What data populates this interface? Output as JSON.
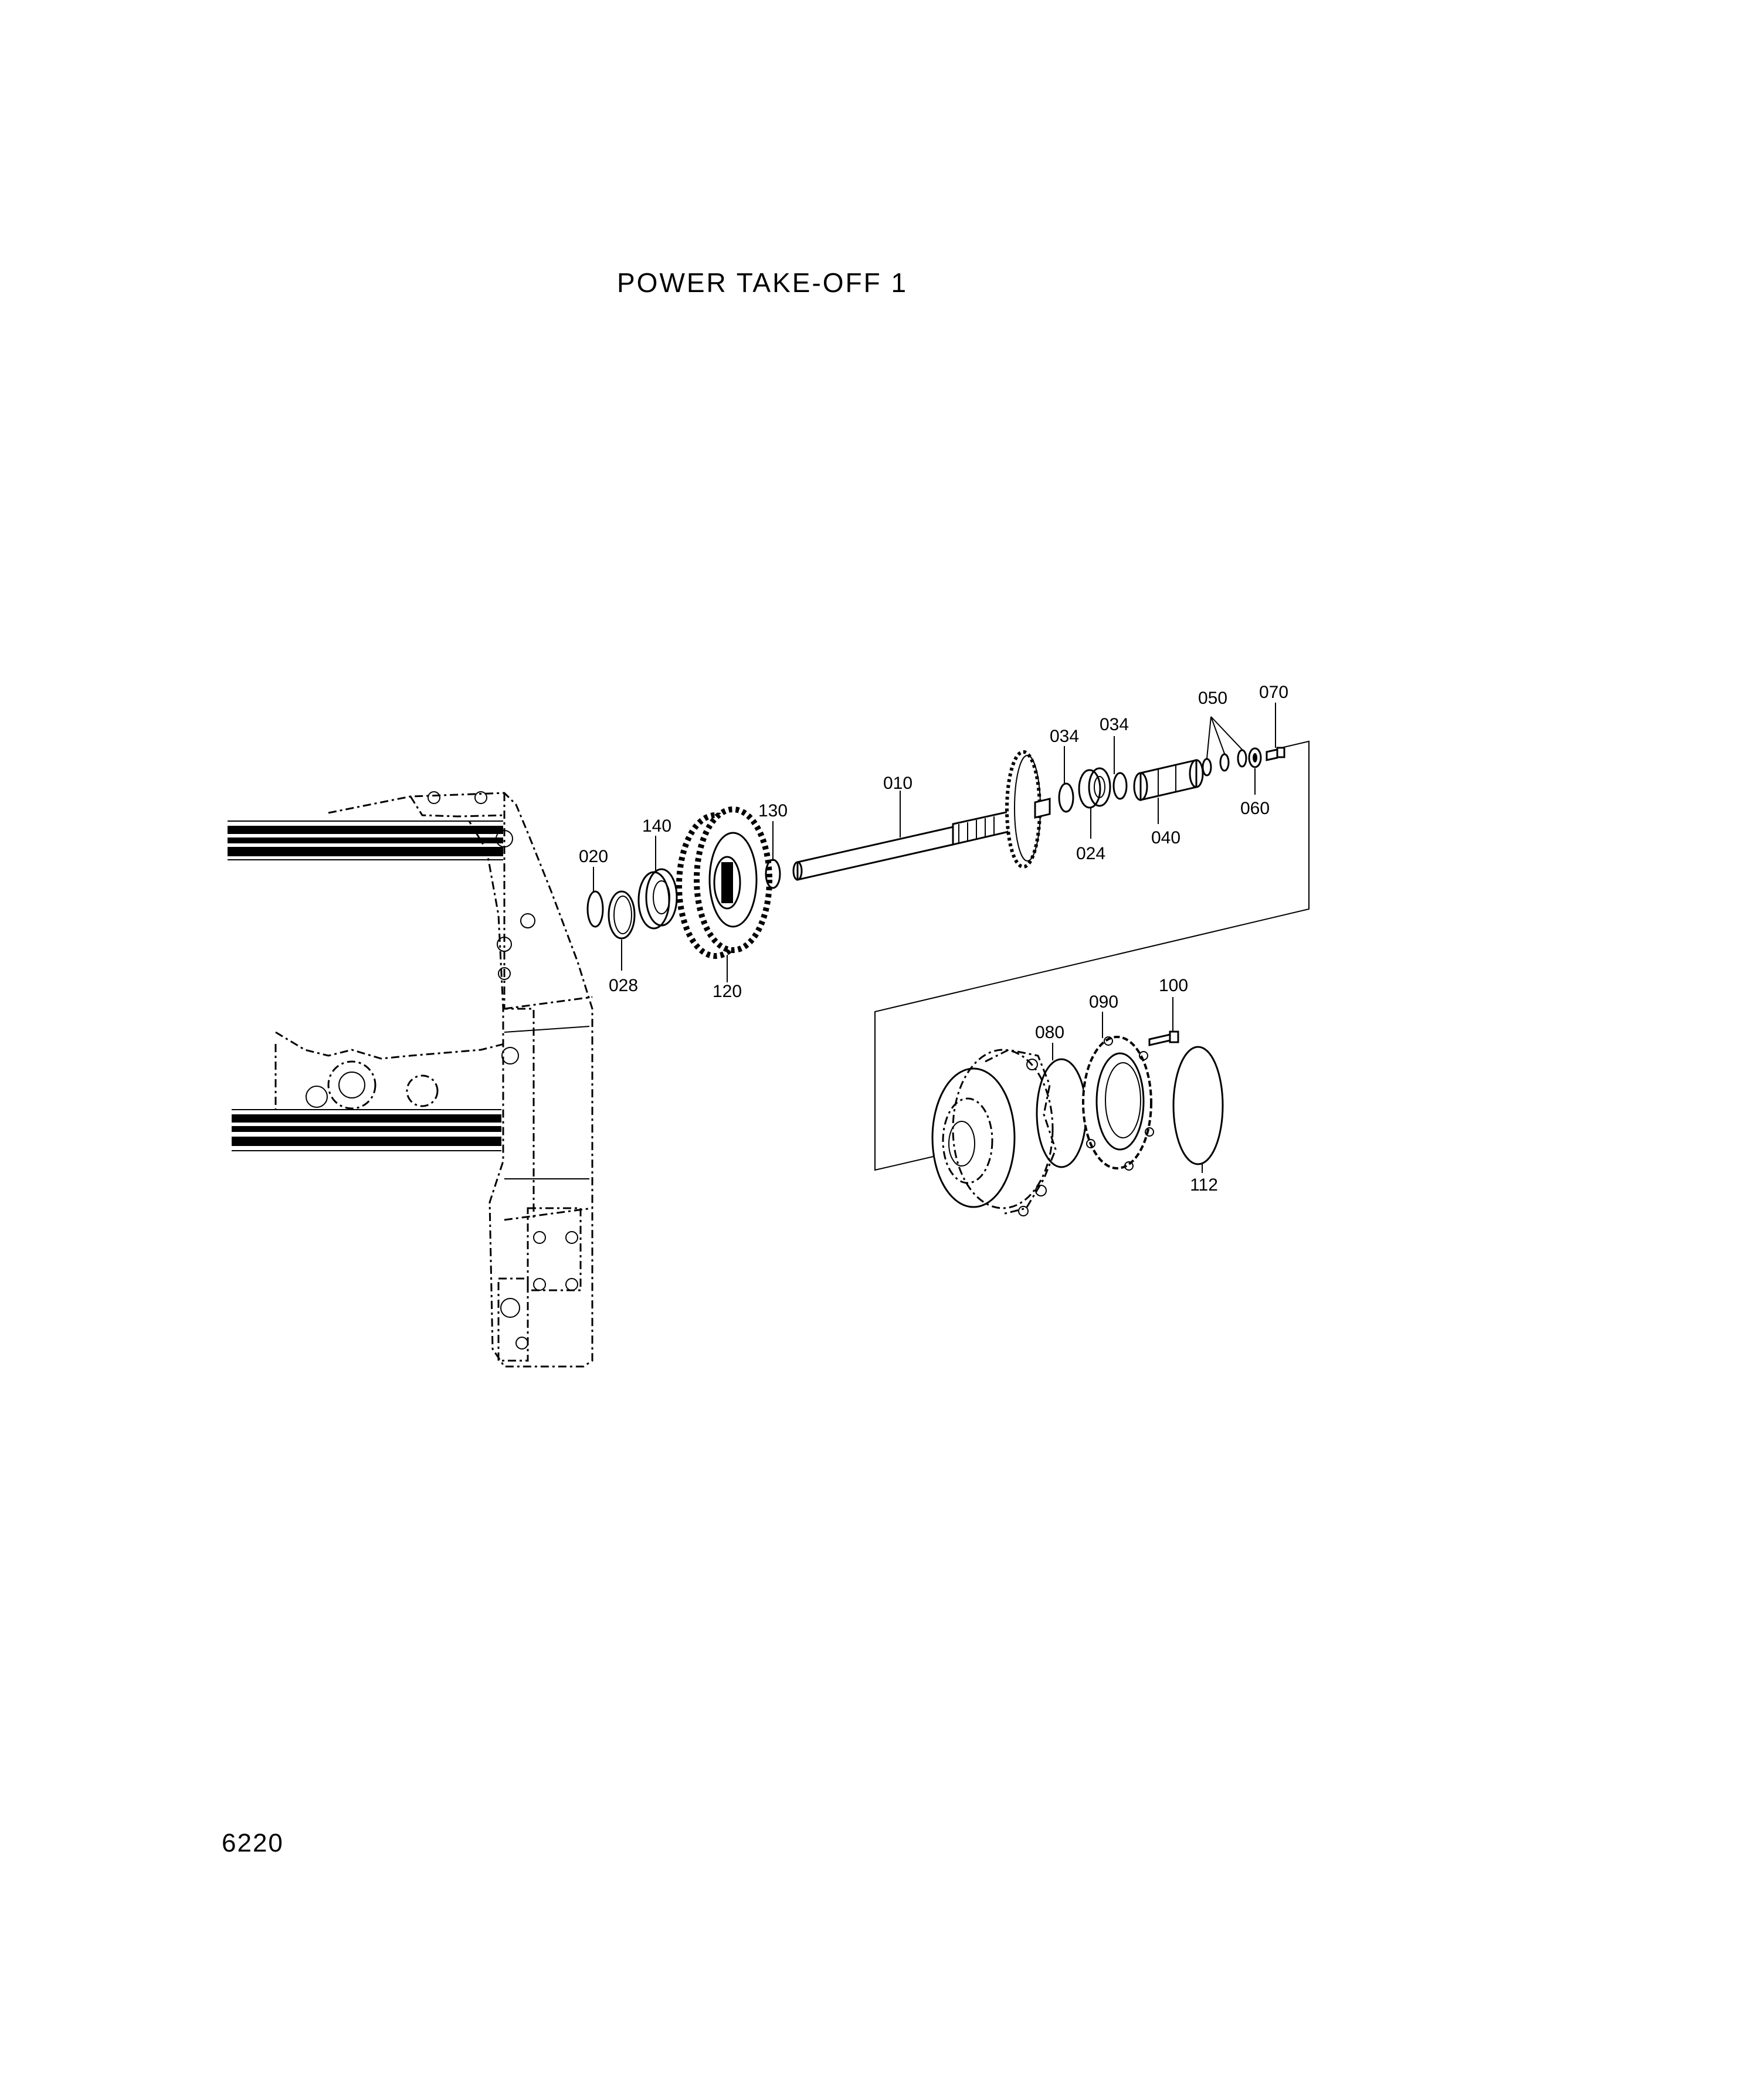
{
  "title": "POWER TAKE-OFF 1",
  "page_number": "6220",
  "part_labels": {
    "p010": "010",
    "p020": "020",
    "p024": "024",
    "p028": "028",
    "p034a": "034",
    "p034b": "034",
    "p040": "040",
    "p050": "050",
    "p060": "060",
    "p070": "070",
    "p080": "080",
    "p090": "090",
    "p100": "100",
    "p112": "112",
    "p120": "120",
    "p130": "130",
    "p140": "140"
  }
}
